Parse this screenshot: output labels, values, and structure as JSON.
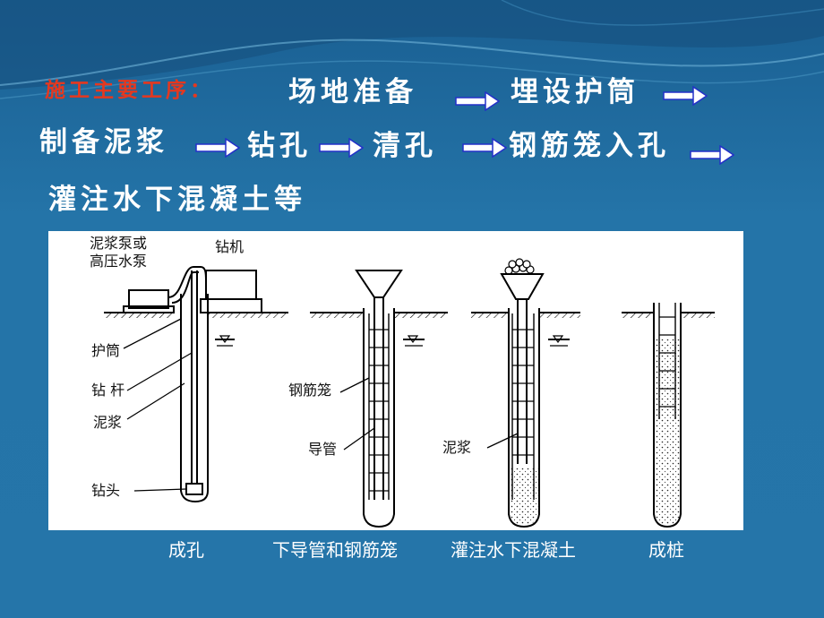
{
  "slide": {
    "lead_label": "施工主要工序：",
    "steps": [
      "场地准备",
      "埋设护筒",
      "制备泥浆",
      "钻孔",
      "清孔",
      "钢筋笼入孔",
      "灌注水下混凝土等"
    ]
  },
  "diagram": {
    "labels": {
      "pump": "泥浆泵或",
      "pump_line2": "高压水泵",
      "drill_rig": "钻机",
      "casing": "护筒",
      "drill_rod": "钻 杆",
      "mud_1": "泥浆",
      "drill_bit": "钻头",
      "rebar_cage": "钢筋笼",
      "tremie": "导管",
      "mud_2": "泥浆"
    }
  },
  "captions": [
    "成孔",
    "下导管和钢筋笼",
    "灌注水下混凝土",
    "成桩"
  ],
  "colors": {
    "background": "#2373a7",
    "lead_text": "#e5381f",
    "arrow": "#2330c8",
    "text": "#ffffff"
  }
}
